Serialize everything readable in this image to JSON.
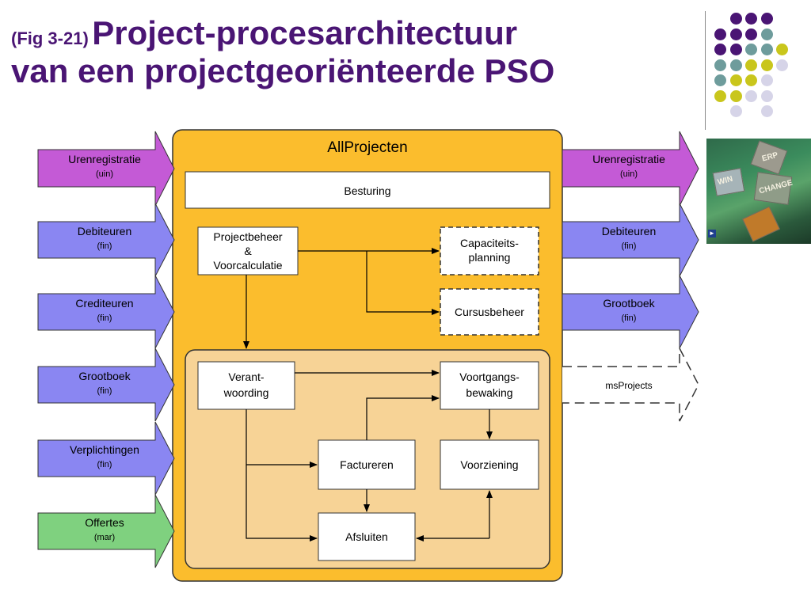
{
  "title": {
    "fig": "(Fig 3-21)",
    "main": "Project-procesarchitectuur",
    "line2": "van een projectgeoriënteerde PSO"
  },
  "diagram": {
    "system_title": "AllProjecten",
    "besturing": "Besturing",
    "projectbeheer": [
      "Projectbeheer",
      "&",
      "Voorcalculatie"
    ],
    "capaciteit": [
      "Capaciteits-",
      "planning"
    ],
    "cursusbeheer": "Cursusbeheer",
    "verantwoording": [
      "Verant-",
      "woording"
    ],
    "voortgang": [
      "Voortgangs-",
      "bewaking"
    ],
    "factureren": "Factureren",
    "voorziening": "Voorziening",
    "afsluiten": "Afsluiten",
    "left_inputs": [
      {
        "name": "Urenregistratie",
        "sub": "(uin)",
        "color": "#c45ad6"
      },
      {
        "name": "Debiteuren",
        "sub": "(fin)",
        "color": "#8a86f2"
      },
      {
        "name": "Crediteuren",
        "sub": "(fin)",
        "color": "#8a86f2"
      },
      {
        "name": "Grootboek",
        "sub": "(fin)",
        "color": "#8a86f2"
      },
      {
        "name": "Verplichtingen",
        "sub": "(fin)",
        "color": "#8a86f2"
      },
      {
        "name": "Offertes",
        "sub": "(mar)",
        "color": "#7fd17f"
      }
    ],
    "right_outputs": [
      {
        "name": "Urenregistratie",
        "sub": "(uin)",
        "color": "#c45ad6"
      },
      {
        "name": "Debiteuren",
        "sub": "(fin)",
        "color": "#8a86f2"
      },
      {
        "name": "Grootboek",
        "sub": "(fin)",
        "color": "#8a86f2"
      }
    ],
    "msprojects": "msProjects"
  },
  "photo": {
    "labels": [
      "ERP",
      "WIN",
      "CHANGE"
    ]
  },
  "colors": {
    "title": "#4a1574",
    "system_fill": "#fbbd2d",
    "inner_fill": "#f7d396",
    "dot_purple": "#4a1574",
    "dot_teal": "#6e9c9c",
    "dot_yellow": "#c9c61c",
    "dot_lavender": "#d6d4e8"
  }
}
